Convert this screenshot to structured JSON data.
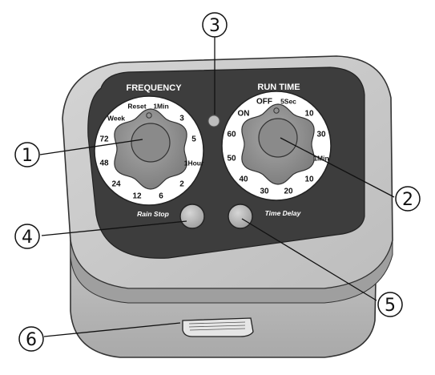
{
  "device": {
    "frequency_label": "FREQUENCY",
    "run_time_label": "RUN TIME",
    "rain_stop_label": "Rain Stop",
    "time_delay_label": "Time Delay",
    "frequency_dial": {
      "labels": [
        "Reset",
        "1Min",
        "3",
        "5",
        "1Hour",
        "2",
        "6",
        "12",
        "24",
        "48",
        "72",
        "Week"
      ]
    },
    "runtime_dial": {
      "labels": [
        "OFF",
        "5Sec",
        "10",
        "30",
        "1Min",
        "10",
        "20",
        "30",
        "40",
        "50",
        "60",
        "ON"
      ]
    }
  },
  "callouts": [
    "1",
    "2",
    "3",
    "4",
    "5",
    "6"
  ],
  "colors": {
    "housing_light": "#c9c9c9",
    "housing_mid": "#b3b3b3",
    "housing_dark": "#9a9a9a",
    "faceplate": "#3d3d3d",
    "dial_ring": "#ffffff",
    "knob": "#8f8f8f",
    "button": "#b8b8b8",
    "led": "#bdbdbd"
  }
}
